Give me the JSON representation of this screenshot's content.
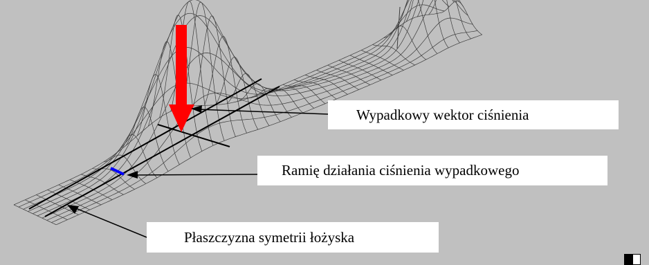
{
  "labels": {
    "resultant_vector": "Wypadkowy wektor ciśnienia",
    "pressure_arm": "Ramię działania ciśnienia wypadkowego",
    "symmetry_plane": "Płaszczyzna symetrii łożyska"
  },
  "colors": {
    "background": "#c0c0c0",
    "mesh": "#3a3a3a",
    "pressure_arrow": "#ff0000",
    "arm_segment": "#0000ff",
    "leader_lines": "#000000"
  },
  "icons": [
    "window-corner-icon"
  ]
}
